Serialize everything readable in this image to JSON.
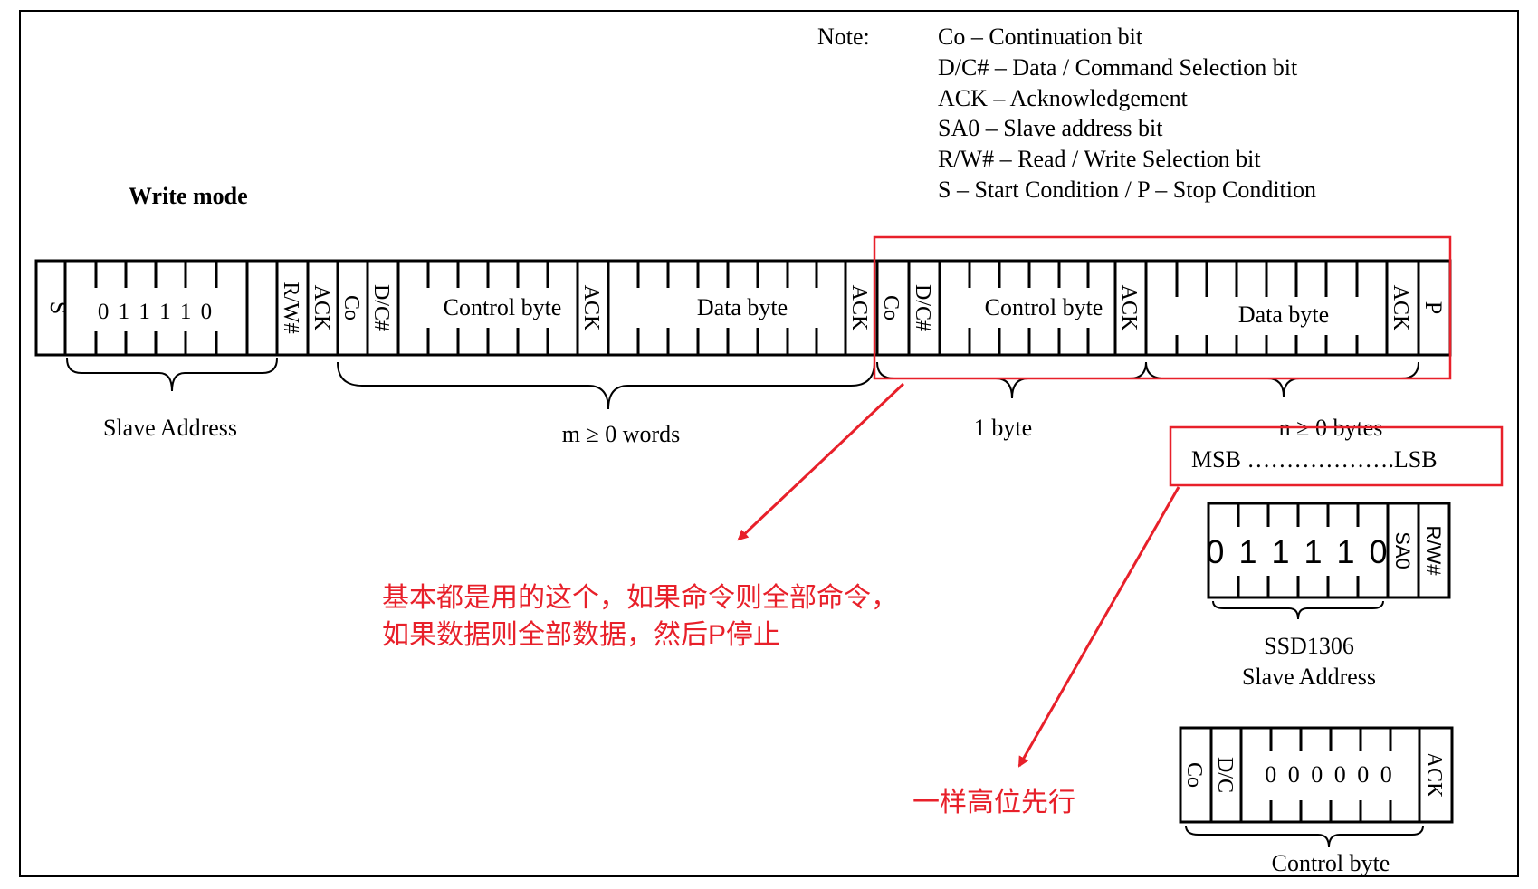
{
  "title": "Write mode",
  "note": {
    "label": "Note:",
    "items": [
      "Co – Continuation bit",
      "D/C# – Data / Command Selection bit",
      "ACK – Acknowledgement",
      "SA0 – Slave address bit",
      "R/W# – Read / Write Selection bit",
      "S – Start Condition / P – Stop Condition"
    ]
  },
  "frame": {
    "start": "S",
    "address_bits": "0 1 1 1 1 0",
    "rw": "R/W#",
    "ack": "ACK",
    "co": "Co",
    "dc": "D/C#",
    "control_byte": "Control byte",
    "data_byte": "Data byte",
    "stop": "P"
  },
  "braces": {
    "slave_address": "Slave Address",
    "m_words": "m ≥ 0 words",
    "one_byte": "1 byte",
    "n_bytes": "n ≥ 0 bytes",
    "msb_lsb": "MSB ……………….LSB"
  },
  "ssd_address": {
    "bits": "0 1 1 1 1 0",
    "sa0": "SA0",
    "rw": "R/W#",
    "label_line1": "SSD1306",
    "label_line2": "Slave Address"
  },
  "control_detail": {
    "co": "Co",
    "dc": "D/C",
    "bits": "0 0 0 0 0 0",
    "ack": "ACK",
    "label": "Control byte"
  },
  "annotations": {
    "note1_line1": "基本都是用的这个，如果命令则全部命令，",
    "note1_line2": "如果数据则全部数据，然后P停止",
    "note2": "一样高位先行"
  },
  "colors": {
    "annotation": "#e8202a",
    "ink": "#000000"
  }
}
